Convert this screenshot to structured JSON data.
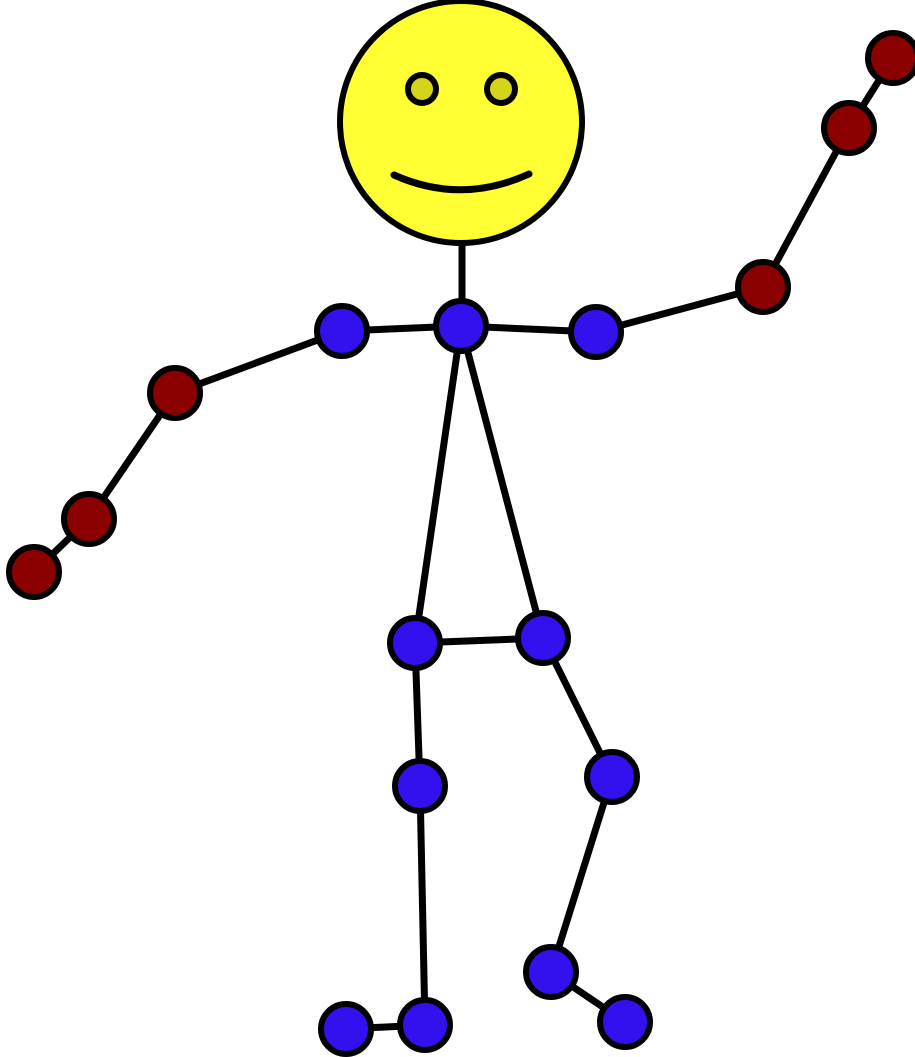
{
  "figure": {
    "background": "#ffffff"
  },
  "colors": {
    "outline": "#000000",
    "head_fill": "#ffff33",
    "eye_fill": "#d4d41a",
    "body_joint": "#3311ee",
    "arm_joint": "#8b0000"
  },
  "head": {
    "shape": "circle",
    "features": [
      "left-eye",
      "right-eye",
      "smile-mouth"
    ]
  },
  "joints": [
    {
      "name": "neck-joint",
      "group": "body"
    },
    {
      "name": "left-shoulder-joint",
      "group": "body"
    },
    {
      "name": "right-shoulder-joint",
      "group": "body"
    },
    {
      "name": "left-elbow-joint",
      "group": "arm"
    },
    {
      "name": "left-wrist-joint",
      "group": "arm"
    },
    {
      "name": "left-hand-joint",
      "group": "arm"
    },
    {
      "name": "right-elbow-joint",
      "group": "arm"
    },
    {
      "name": "right-wrist-joint",
      "group": "arm"
    },
    {
      "name": "right-hand-joint",
      "group": "arm"
    },
    {
      "name": "left-hip-joint",
      "group": "body"
    },
    {
      "name": "right-hip-joint",
      "group": "body"
    },
    {
      "name": "left-knee-joint",
      "group": "body"
    },
    {
      "name": "right-knee-joint",
      "group": "body"
    },
    {
      "name": "left-ankle-joint",
      "group": "body"
    },
    {
      "name": "left-toe-joint",
      "group": "body"
    },
    {
      "name": "right-ankle-joint",
      "group": "body"
    },
    {
      "name": "right-toe-joint",
      "group": "body"
    }
  ],
  "bones": [
    [
      "neck-joint",
      "left-shoulder-joint"
    ],
    [
      "neck-joint",
      "right-shoulder-joint"
    ],
    [
      "left-shoulder-joint",
      "left-elbow-joint"
    ],
    [
      "left-elbow-joint",
      "left-wrist-joint"
    ],
    [
      "left-wrist-joint",
      "left-hand-joint"
    ],
    [
      "right-shoulder-joint",
      "right-elbow-joint"
    ],
    [
      "right-elbow-joint",
      "right-wrist-joint"
    ],
    [
      "right-wrist-joint",
      "right-hand-joint"
    ],
    [
      "neck-joint",
      "left-hip-joint"
    ],
    [
      "neck-joint",
      "right-hip-joint"
    ],
    [
      "left-hip-joint",
      "right-hip-joint"
    ],
    [
      "left-hip-joint",
      "left-knee-joint"
    ],
    [
      "left-knee-joint",
      "left-ankle-joint"
    ],
    [
      "left-ankle-joint",
      "left-toe-joint"
    ],
    [
      "right-hip-joint",
      "right-knee-joint"
    ],
    [
      "right-knee-joint",
      "right-ankle-joint"
    ],
    [
      "right-ankle-joint",
      "right-toe-joint"
    ]
  ]
}
